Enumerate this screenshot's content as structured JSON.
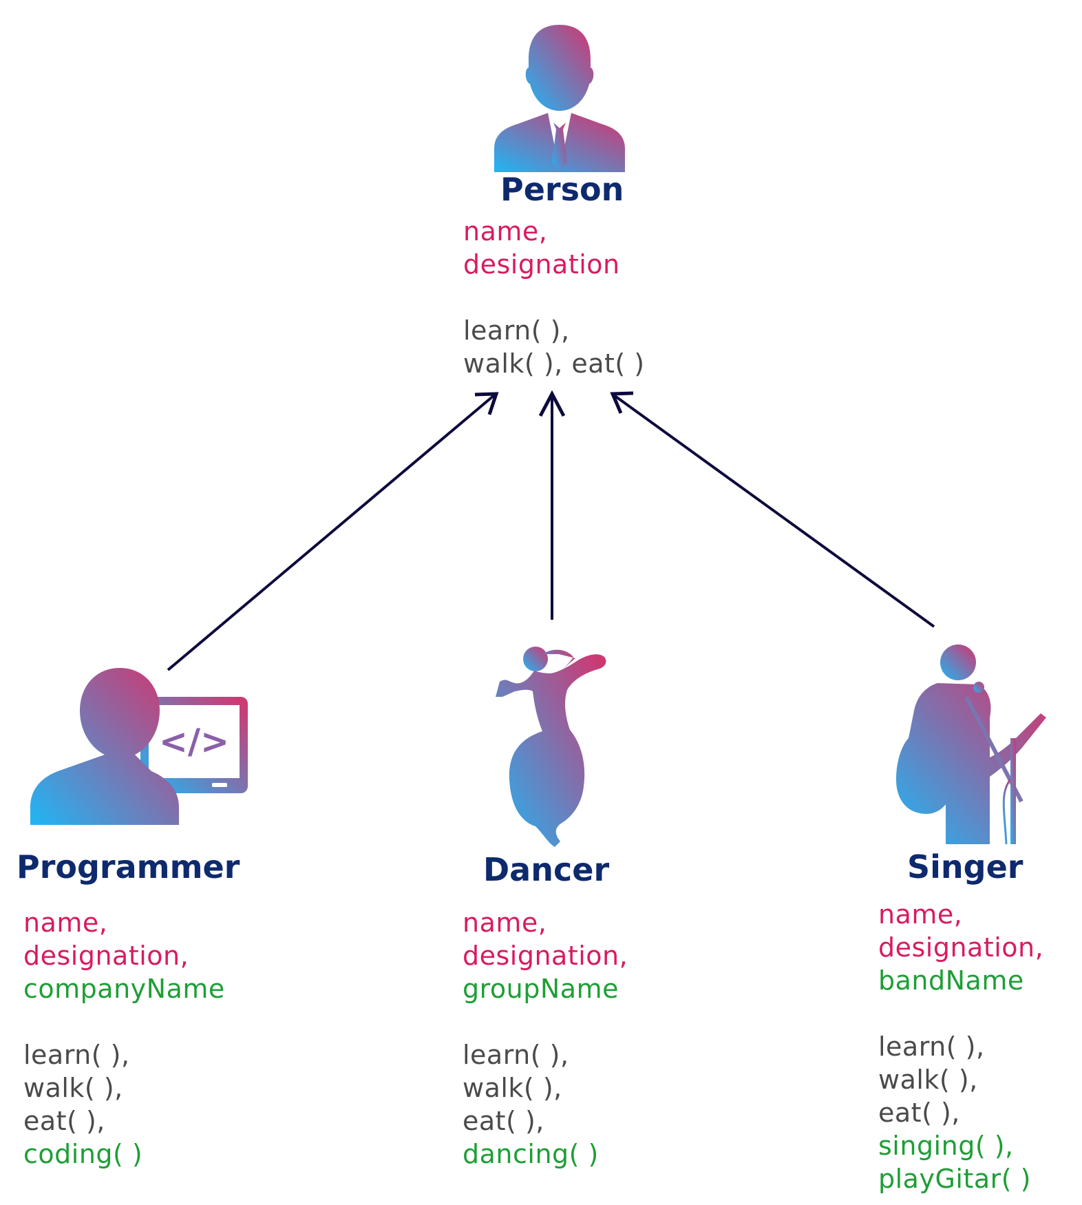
{
  "colors": {
    "title": "#0e2a6e",
    "attribute": "#d81b60",
    "specific": "#1e9e36",
    "method": "#4a4a4a",
    "arrow": "#0d0a3d",
    "gradient_start": "#1fb6f5",
    "gradient_end": "#d6336c"
  },
  "person": {
    "icon": "businessman-icon",
    "title": "Person",
    "attributes": [
      "name,",
      "designation"
    ],
    "methods": [
      "learn( ),",
      "walk( ), eat( )"
    ]
  },
  "programmer": {
    "icon": "programmer-icon",
    "title": "Programmer",
    "attributes": [
      "name,",
      "designation,"
    ],
    "specific_attributes": [
      "companyName"
    ],
    "methods": [
      "learn( ),",
      "walk( ),",
      "eat( ),"
    ],
    "specific_methods": [
      "coding( )"
    ]
  },
  "dancer": {
    "icon": "dancer-icon",
    "title": "Dancer",
    "attributes": [
      "name,",
      "designation,"
    ],
    "specific_attributes": [
      "groupName"
    ],
    "methods": [
      "learn( ),",
      "walk( ),",
      "eat( ),"
    ],
    "specific_methods": [
      "dancing( )"
    ]
  },
  "singer": {
    "icon": "singer-guitarist-icon",
    "title": "Singer",
    "attributes": [
      "name,",
      "designation,"
    ],
    "specific_attributes": [
      "bandName"
    ],
    "methods": [
      "learn( ),",
      "walk( ),",
      "eat( ),"
    ],
    "specific_methods": [
      "singing( ),",
      "playGitar( )"
    ]
  }
}
